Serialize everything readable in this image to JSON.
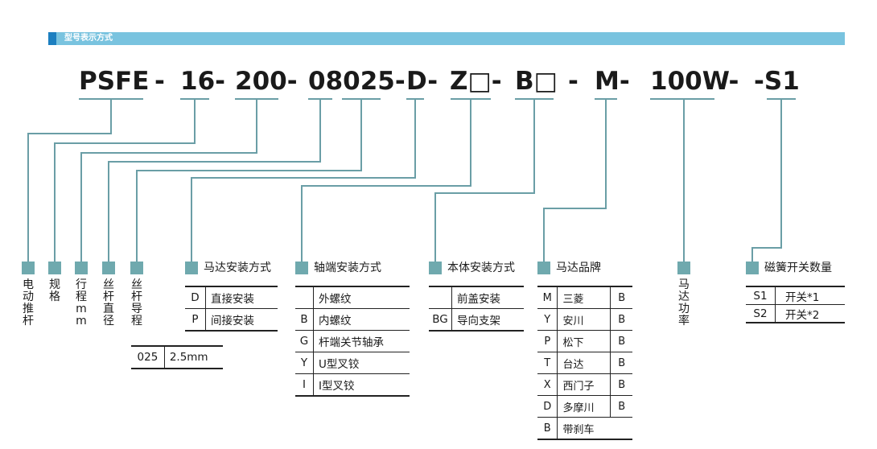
{
  "header": {
    "title": "型号表示方式",
    "bar_color": "#79c3df",
    "mark_color": "#1c7fc0"
  },
  "code": {
    "segments": [
      "PSFE",
      "-",
      "16-",
      "200-",
      "08025-",
      "D-",
      "Z□-",
      "B□",
      "-",
      "M-",
      "100W-",
      "-S1"
    ]
  },
  "labels": {
    "electric_pushrod": "电动推杆",
    "spec": "规格",
    "stroke_mm": "行程mm",
    "screw_diameter": "丝杆直径",
    "screw_lead": "丝杆导程"
  },
  "lead_table": {
    "rows": [
      {
        "code": "025",
        "value": "2.5mm"
      }
    ]
  },
  "motor_mount": {
    "title": "马达安装方式",
    "rows": [
      {
        "code": "D",
        "desc": "直接安装"
      },
      {
        "code": "P",
        "desc": "间接安装"
      }
    ]
  },
  "shaft_end": {
    "title": "轴端安装方式",
    "rows": [
      {
        "code": "",
        "desc": "外螺纹"
      },
      {
        "code": "B",
        "desc": "内螺纹"
      },
      {
        "code": "G",
        "desc": "杆端关节轴承"
      },
      {
        "code": "Y",
        "desc": "U型叉铰"
      },
      {
        "code": "I",
        "desc": "I型叉铰"
      }
    ]
  },
  "body_mount": {
    "title": "本体安装方式",
    "rows": [
      {
        "code": "",
        "desc": "前盖安装"
      },
      {
        "code": "BG",
        "desc": "导向支架"
      }
    ]
  },
  "motor_brand": {
    "title": "马达品牌",
    "rows": [
      {
        "code": "M",
        "name": "三菱",
        "brake": "B"
      },
      {
        "code": "Y",
        "name": "安川",
        "brake": "B"
      },
      {
        "code": "P",
        "name": "松下",
        "brake": "B"
      },
      {
        "code": "T",
        "name": "台达",
        "brake": "B"
      },
      {
        "code": "X",
        "name": "西门子",
        "brake": "B"
      },
      {
        "code": "D",
        "name": "多摩川",
        "brake": "B"
      },
      {
        "code": "B",
        "name": "带刹车",
        "brake": ""
      }
    ]
  },
  "motor_power": {
    "title": "马达功率"
  },
  "reed_switch": {
    "title": "磁簧开关数量",
    "rows": [
      {
        "code": "S1",
        "desc": "开关*1"
      },
      {
        "code": "S2",
        "desc": "开关*2"
      }
    ]
  },
  "colors": {
    "line": "#6a9ea6",
    "square": "#6fa9ae"
  }
}
